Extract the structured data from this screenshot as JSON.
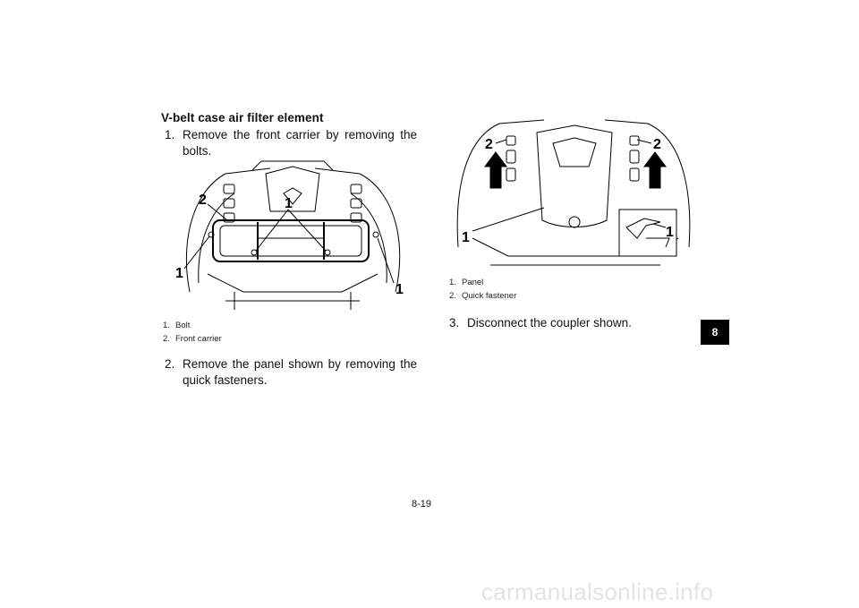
{
  "heading": "V-belt case air filter element",
  "steps": [
    {
      "num": "1.",
      "text": "Remove the front carrier by removing the bolts."
    },
    {
      "num": "2.",
      "text": "Remove the panel shown by removing the quick fasteners."
    },
    {
      "num": "3.",
      "text": "Disconnect the coupler shown."
    }
  ],
  "figure1": {
    "callouts": [
      "2",
      "1",
      "1",
      "1"
    ],
    "legend": [
      {
        "num": "1.",
        "label": "Bolt"
      },
      {
        "num": "2.",
        "label": "Front carrier"
      }
    ]
  },
  "figure2": {
    "callouts": [
      "2",
      "2",
      "1",
      "1"
    ],
    "legend": [
      {
        "num": "1.",
        "label": "Panel"
      },
      {
        "num": "2.",
        "label": "Quick fastener"
      }
    ]
  },
  "chapter_tab": "8",
  "page_number": "8-19",
  "watermark": "carmanualsonline.info"
}
